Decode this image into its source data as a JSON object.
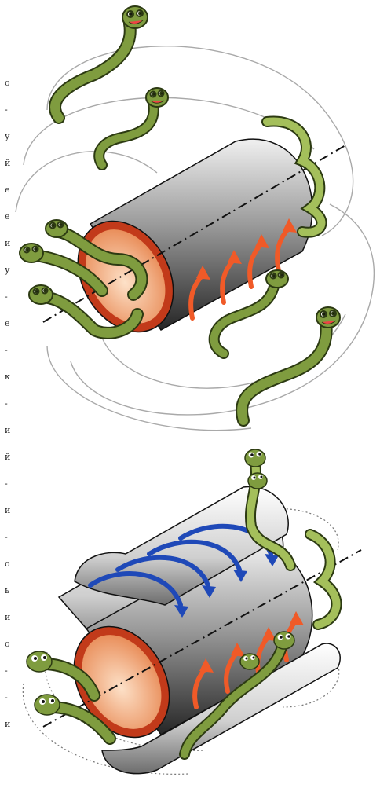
{
  "margin_glyphs": [
    "о",
    "-",
    "у",
    "й",
    "е",
    "е",
    "и",
    "у",
    "-",
    "е",
    "-",
    "к",
    "-",
    "й",
    "й",
    "-",
    "и",
    "-",
    "о",
    "ь",
    "й",
    "о",
    "-",
    "-",
    "и"
  ],
  "colors": {
    "snake_body": "#7f9c3f",
    "snake_outline": "#2c3a12",
    "snake_belly": "#d9e6a8",
    "cylinder_dark": "#2b2b2b",
    "cylinder_light": "#e8e8e8",
    "inner_orange": "#f2a273",
    "rim_red": "#c23a1a",
    "current_arrow": "#f05a28",
    "field_arrow": "#1f49b8",
    "field_line": "#a9a9a9"
  },
  "icons": [
    "snake-icon",
    "cylinder-icon",
    "axis-dashdot",
    "current-arrow-icon",
    "field-arrow-icon"
  ]
}
